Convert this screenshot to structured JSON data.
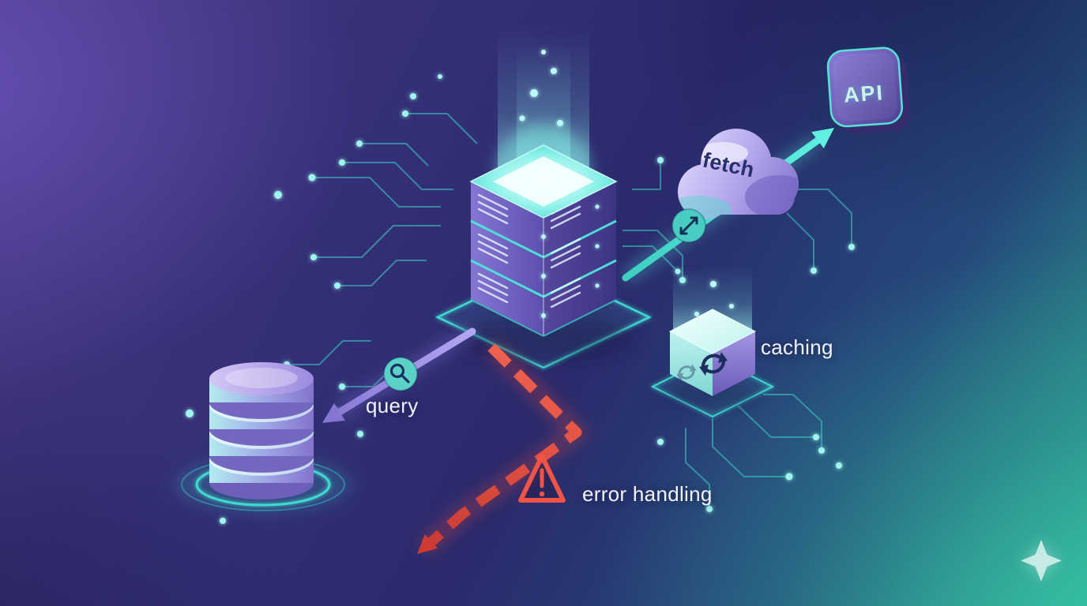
{
  "illustration": {
    "labels": {
      "fetch": "fetch",
      "api": "API",
      "caching": "caching",
      "query": "query",
      "error_handling": "error handling"
    },
    "colors": {
      "background_purple": "#3b2f7d",
      "background_indigo": "#282a6a",
      "background_teal": "#2ca795",
      "accent_cyan": "#45d8cc",
      "accent_purple": "#8b7ae0",
      "error_red": "#e04a3e",
      "label_text": "#f1f3f9",
      "cloud_label_text": "#273069",
      "api_label_text": "#c9f2ef"
    },
    "icons": {
      "server_stack": "server-stack",
      "light_beam": "light-beam",
      "database": "database-cylinder",
      "cloud": "cloud",
      "api_badge": "api-badge",
      "cache_cube": "cache-cube",
      "sync_arrows": "sync-arrows",
      "transfer_arrows": "transfer-arrows",
      "magnifier": "magnifier",
      "warning_triangle": "warning-triangle",
      "sparkle": "sparkle",
      "circuit_traces": "circuit-traces"
    }
  }
}
